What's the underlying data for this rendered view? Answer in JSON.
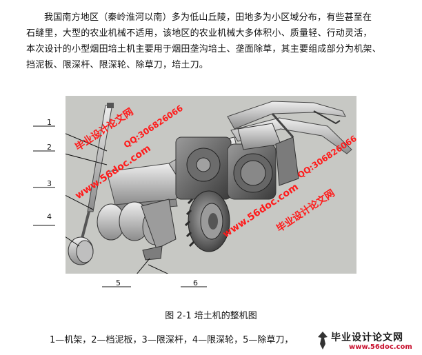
{
  "paragraph": {
    "lines": [
      "我国南方地区（秦岭淮河以南）多为低山丘陵，田地多为小区域分布，有些甚至在",
      "石缝里，大型的农业机械不适用，该地区的农业机械大多体积小、质量轻、行动灵活，",
      "本次设计的小型烟田培土机主要用于烟田垄沟培土、垄面除草，其主要组成部分为机架、",
      "挡泥板、限深杆、限深轮、除草刀，培土刀。"
    ]
  },
  "figure": {
    "callouts": [
      "1",
      "2",
      "3",
      "4",
      "5",
      "6"
    ],
    "watermarks": {
      "site_left": "www.56doc.com",
      "site_right": "www.56doc.com",
      "qq_left": "QQ:306826066",
      "qq_right": "QQ:306826066",
      "brand_left": "毕业设计论文网",
      "brand_right": "毕业设计论文网"
    }
  },
  "caption": "图 2-1 培土机的整机图",
  "legend": "1—机架，2—档泥板，3—限深杆，4—限深轮，5—除草刀，",
  "logo": {
    "brand": "毕业设计论文网",
    "site": "www.56doc.com"
  },
  "colors": {
    "watermark": "#ff1a1a",
    "figure_bg": "#c7c8c4"
  }
}
